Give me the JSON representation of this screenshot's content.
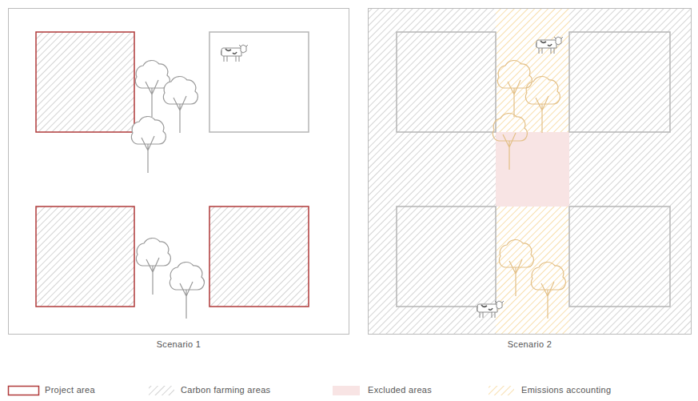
{
  "diagram": {
    "nodes": [
      {
        "text": [
          "Scenario 1"
        ]
      },
      {
        "text": [
          "Scenario 2"
        ]
      }
    ],
    "legend": [
      {
        "text": "Project area"
      },
      {
        "text": "Carbon farming areas"
      },
      {
        "text": "Excluded areas",
        "color": "#f8e4e4"
      },
      {
        "text": "Emissions accounting"
      }
    ]
  }
}
